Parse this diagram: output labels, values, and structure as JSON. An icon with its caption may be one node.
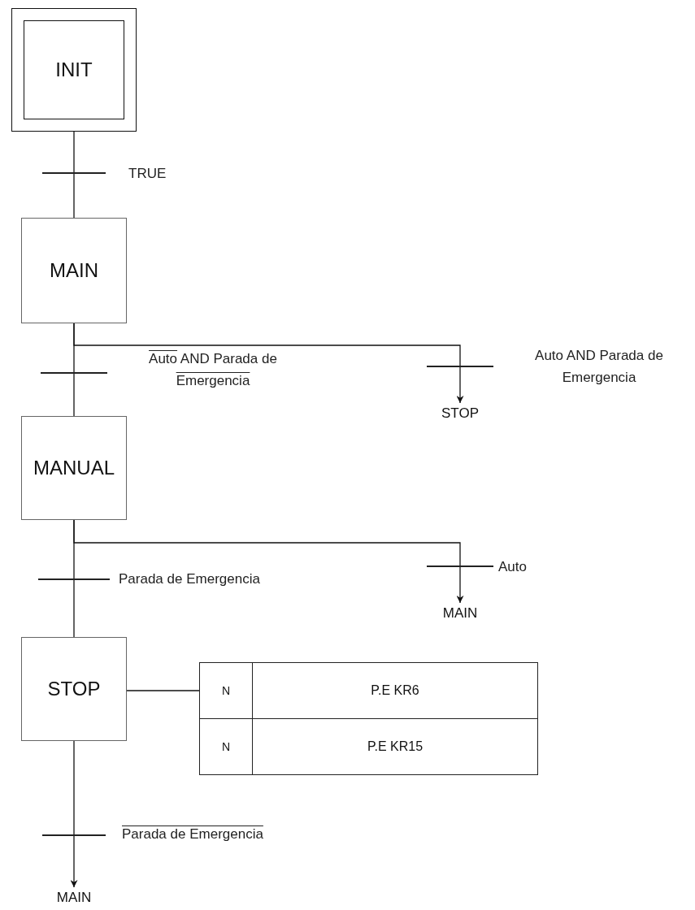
{
  "diagram": {
    "nodes": [
      {
        "text": [
          "INIT"
        ]
      },
      {
        "text": [],
        "shape": "bar",
        "beside": [
          "TRUE"
        ]
      },
      {
        "text": [
          "MAIN"
        ]
      },
      {
        "text": [],
        "shape": "bar",
        "beside": [
          "Auto AND Parada de Emergencia"
        ]
      },
      {
        "text": [],
        "shape": "bar",
        "beside": [
          "Auto AND Parada de Emergencia"
        ]
      },
      {
        "text": [
          "STOP"
        ]
      },
      {
        "text": [
          "MANUAL"
        ]
      },
      {
        "text": [],
        "shape": "bar",
        "beside": [
          "Parada de Emergencia"
        ]
      },
      {
        "text": [],
        "shape": "bar",
        "beside": [
          "Auto"
        ]
      },
      {
        "text": [
          "MAIN"
        ]
      },
      {
        "text": [
          "STOP"
        ]
      },
      {
        "text": [
          "N",
          "P.E KR6"
        ]
      },
      {
        "text": [
          "N",
          "P.E KR15"
        ]
      },
      {
        "text": [],
        "shape": "bar",
        "beside": [
          "Parada de Emergencia"
        ]
      },
      {
        "text": [
          "MAIN"
        ]
      }
    ],
    "edges": [
      {
        "from": 0,
        "to": 1,
        "arrow": "none"
      },
      {
        "from": 1,
        "to": 2,
        "arrow": "none"
      },
      {
        "from": 2,
        "to": 3,
        "arrow": "none"
      },
      {
        "from": 3,
        "to": 6,
        "arrow": "none"
      },
      {
        "from": 2,
        "to": 4,
        "arrow": "none"
      },
      {
        "from": 4,
        "to": 5,
        "arrow": "to"
      },
      {
        "from": 6,
        "to": 7,
        "arrow": "none"
      },
      {
        "from": 7,
        "to": 10,
        "arrow": "none"
      },
      {
        "from": 6,
        "to": 8,
        "arrow": "none"
      },
      {
        "from": 8,
        "to": 9,
        "arrow": "to"
      },
      {
        "from": 10,
        "to": 11,
        "arrow": "none"
      },
      {
        "from": 10,
        "to": 13,
        "arrow": "none"
      },
      {
        "from": 13,
        "to": 14,
        "arrow": "to"
      }
    ]
  }
}
